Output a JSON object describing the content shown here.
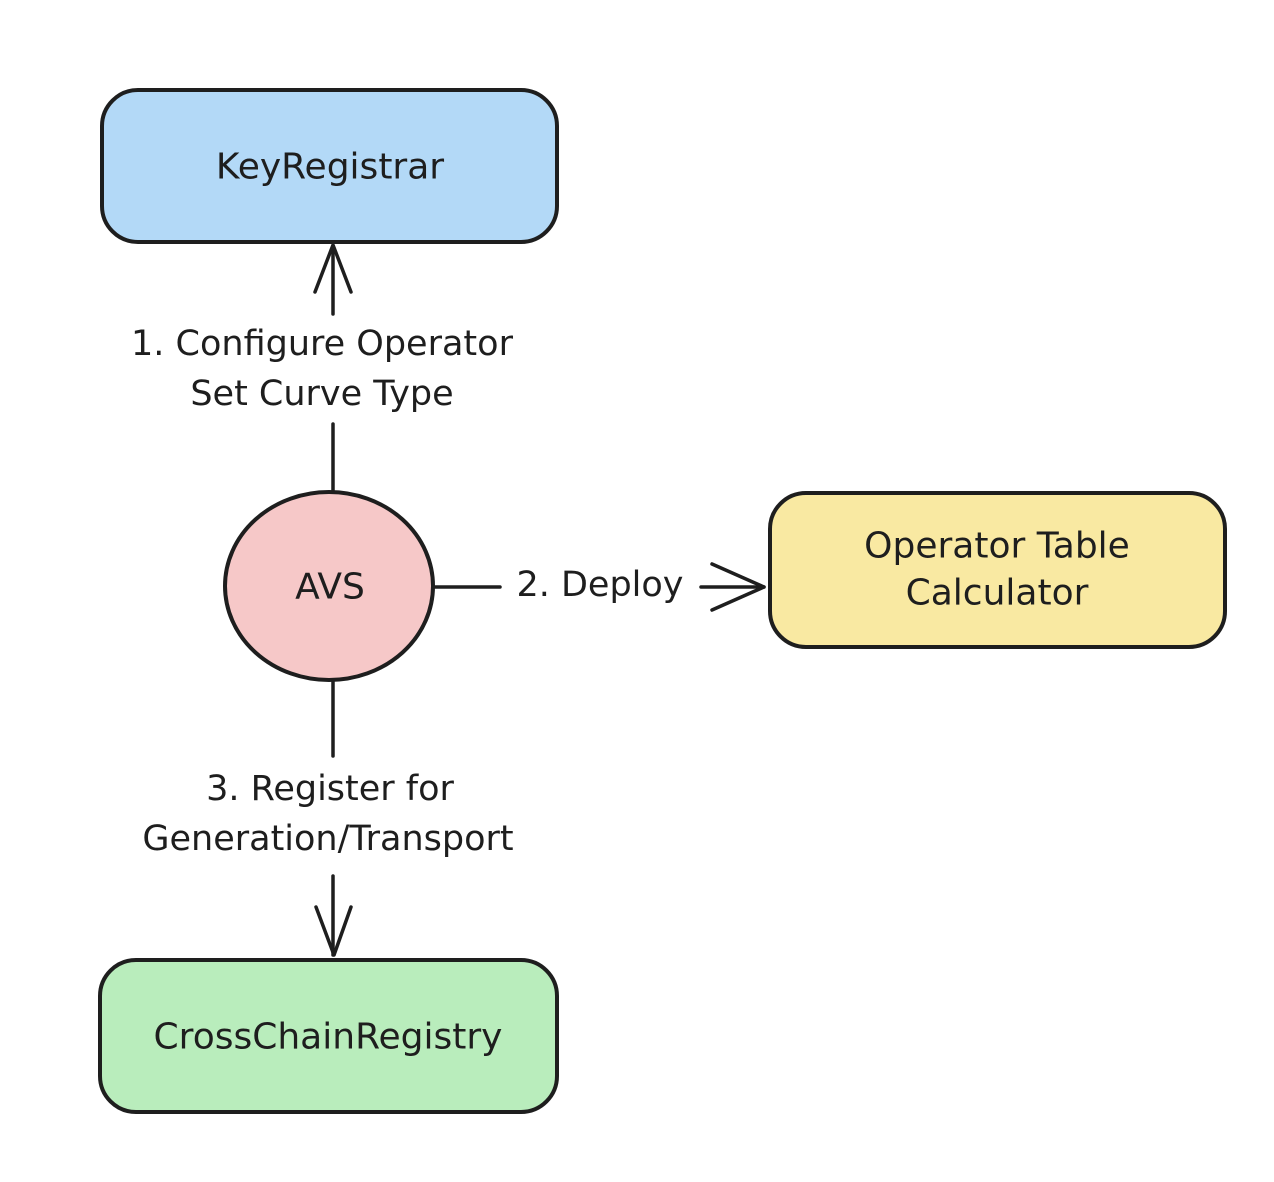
{
  "diagram": {
    "background_color": "#ffffff",
    "stroke_color": "#1e1e1e",
    "nodes": {
      "key_registrar": {
        "label": "KeyRegistrar",
        "fill": "#b3d9f7",
        "shape": "rounded-rectangle"
      },
      "avs": {
        "label": "AVS",
        "fill": "#f6c8c8",
        "shape": "circle"
      },
      "operator_table_calculator": {
        "line1": "Operator Table",
        "line2": "Calculator",
        "fill": "#f9e9a2",
        "shape": "rounded-rectangle"
      },
      "cross_chain_registry": {
        "label": "CrossChainRegistry",
        "fill": "#b9edbc",
        "shape": "rounded-rectangle"
      }
    },
    "edges": {
      "configure_curve_type": {
        "from": "AVS",
        "to": "KeyRegistrar",
        "line1": "1. Configure Operator",
        "line2": "Set Curve Type"
      },
      "deploy": {
        "from": "AVS",
        "to": "Operator Table Calculator",
        "label": "2. Deploy"
      },
      "register_generation_transport": {
        "from": "AVS",
        "to": "CrossChainRegistry",
        "line1": "3. Register for",
        "line2": "Generation/Transport"
      }
    }
  }
}
